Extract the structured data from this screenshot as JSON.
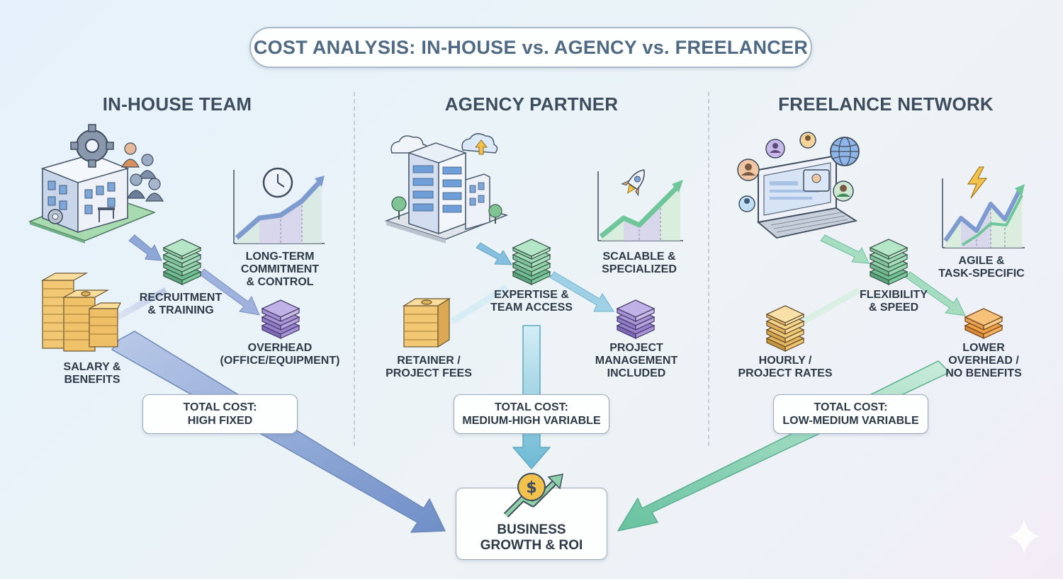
{
  "title": "COST ANALYSIS: IN-HOUSE vs. AGENCY vs. FREELANCER",
  "columns": [
    {
      "heading": "IN-HOUSE TEAM",
      "chart_label": "LONG-TERM\nCOMMITMENT\n& CONTROL",
      "middle_label": "RECRUITMENT\n& TRAINING",
      "left_label": "SALARY &\nBENEFITS",
      "right_label": "OVERHEAD\n(OFFICE/EQUIPMENT)",
      "total_line1": "TOTAL COST:",
      "total_line2": "HIGH FIXED"
    },
    {
      "heading": "AGENCY PARTNER",
      "chart_label": "SCALABLE &\nSPECIALIZED",
      "middle_label": "EXPERTISE &\nTEAM ACCESS",
      "left_label": "RETAINER /\nPROJECT FEES",
      "right_label": "PROJECT\nMANAGEMENT\nINCLUDED",
      "total_line1": "TOTAL COST:",
      "total_line2": "MEDIUM-HIGH VARIABLE"
    },
    {
      "heading": "FREELANCE NETWORK",
      "chart_label": "AGILE &\nTASK-SPECIFIC",
      "middle_label": "FLEXIBILITY\n& SPEED",
      "left_label": "HOURLY /\nPROJECT RATES",
      "right_label": "LOWER\nOVERHEAD /\nNO BENEFITS",
      "total_line1": "TOTAL COST:",
      "total_line2": "LOW-MEDIUM VARIABLE"
    }
  ],
  "result": {
    "label": "BUSINESS\nGROWTH & ROI"
  },
  "colors": {
    "blue_arrow": "#7f9fd0",
    "teal_arrow": "#74bcd6",
    "green_arrow": "#7fcca6",
    "green_stack": "#8fd1a8",
    "purple_stack": "#a893d6",
    "gold_stack": "#f2c874",
    "orange_stack": "#f4b25e"
  }
}
